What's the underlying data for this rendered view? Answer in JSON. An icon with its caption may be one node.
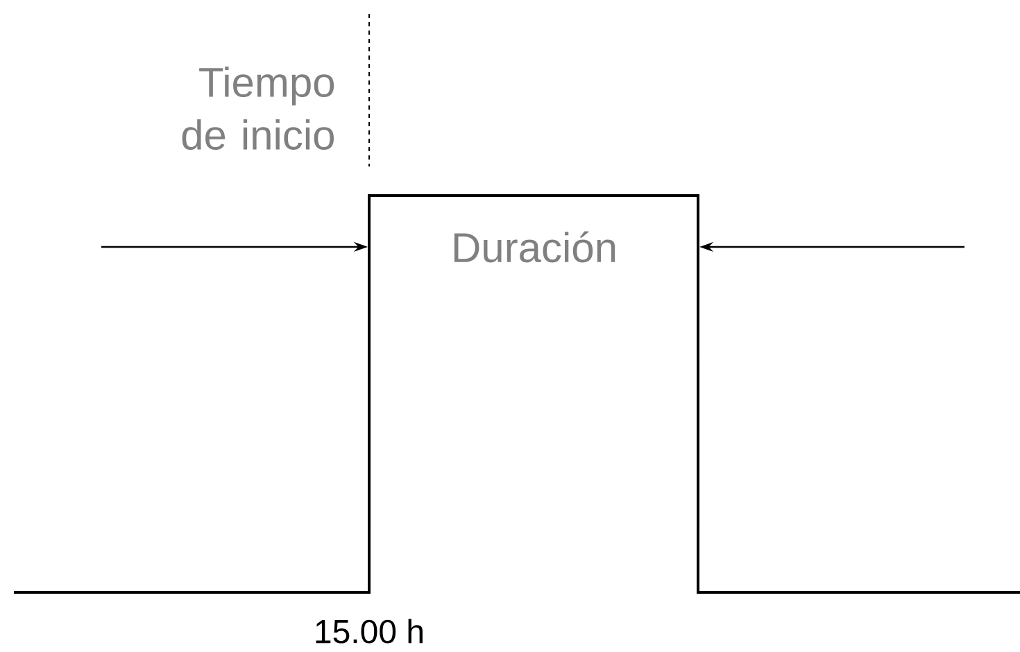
{
  "diagram": {
    "labels": [
      "Tiempo de inicio",
      "Duración",
      "15.00 h"
    ]
  }
}
